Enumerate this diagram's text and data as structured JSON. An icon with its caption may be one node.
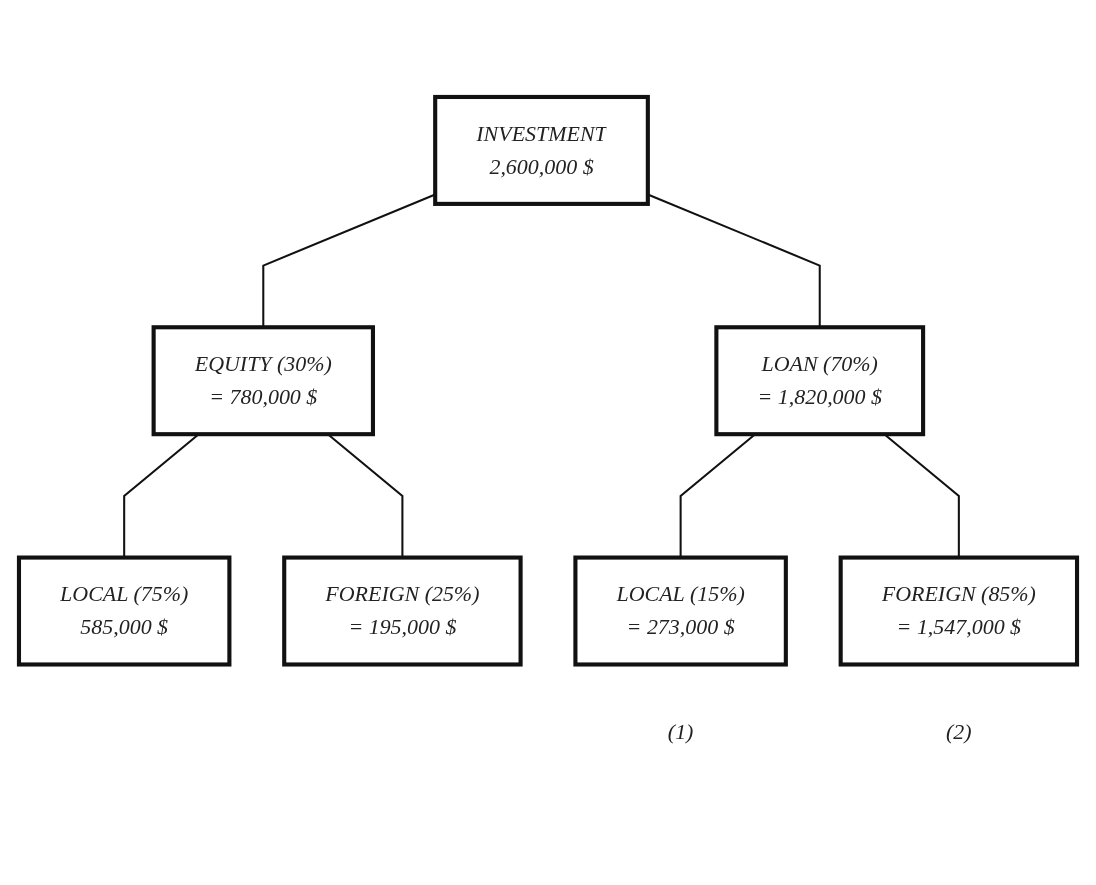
{
  "diagram": {
    "nodes": [
      {
        "text": [
          "INVESTMENT",
          "2,600,000 $"
        ]
      },
      {
        "text": [
          "EQUITY (30%)",
          "= 780,000 $"
        ]
      },
      {
        "text": [
          "LOAN (70%)",
          "= 1,820,000 $"
        ]
      },
      {
        "text": [
          "LOCAL (75%)",
          "585,000 $"
        ]
      },
      {
        "text": [
          "FOREIGN (25%)",
          "= 195,000 $"
        ]
      },
      {
        "text": [
          "LOCAL (15%)",
          "= 273,000 $"
        ],
        "beside": [
          "(1)"
        ]
      },
      {
        "text": [
          "FOREIGN (85%)",
          "= 1,547,000 $"
        ],
        "beside": [
          "(2)"
        ]
      }
    ],
    "edges": [
      {
        "from": 0,
        "to": 1,
        "arrow": "none"
      },
      {
        "from": 0,
        "to": 2,
        "arrow": "none"
      },
      {
        "from": 1,
        "to": 3,
        "arrow": "none"
      },
      {
        "from": 1,
        "to": 4,
        "arrow": "none"
      },
      {
        "from": 2,
        "to": 5,
        "arrow": "none"
      },
      {
        "from": 2,
        "to": 6,
        "arrow": "none"
      }
    ]
  }
}
